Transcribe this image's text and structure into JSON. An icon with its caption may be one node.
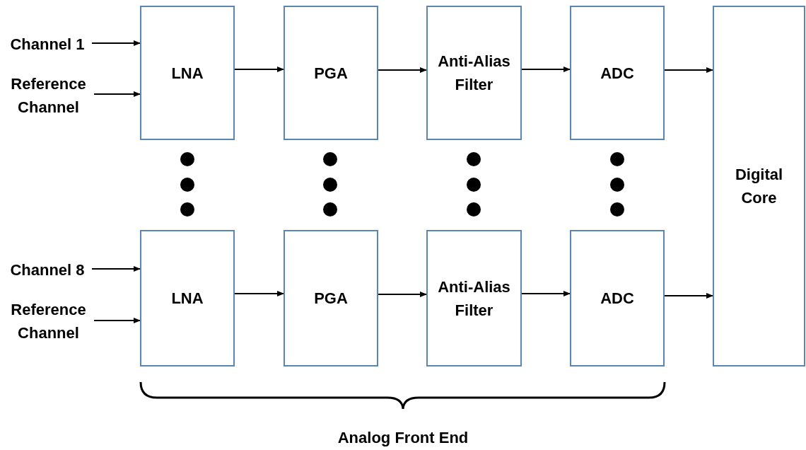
{
  "diagram": {
    "nodes": [
      {
        "text": [
          "Channel 1"
        ]
      },
      {
        "text": [
          "Reference Channel"
        ]
      },
      {
        "text": [
          "LNA"
        ]
      },
      {
        "text": [
          "PGA"
        ]
      },
      {
        "text": [
          "Anti-Alias Filter"
        ]
      },
      {
        "text": [
          "ADC"
        ]
      },
      {
        "text": [
          "Channel 8"
        ]
      },
      {
        "text": [
          "Reference Channel"
        ]
      },
      {
        "text": [
          "LNA"
        ]
      },
      {
        "text": [
          "PGA"
        ]
      },
      {
        "text": [
          "Anti-Alias Filter"
        ]
      },
      {
        "text": [
          "ADC"
        ]
      },
      {
        "text": [
          "Digital Core"
        ]
      }
    ],
    "edges": [
      {
        "from": 0,
        "to": 2,
        "arrow": "to"
      },
      {
        "from": 1,
        "to": 2,
        "arrow": "to"
      },
      {
        "from": 2,
        "to": 3,
        "arrow": "to"
      },
      {
        "from": 3,
        "to": 4,
        "arrow": "to"
      },
      {
        "from": 4,
        "to": 5,
        "arrow": "to"
      },
      {
        "from": 5,
        "to": 12,
        "arrow": "to"
      },
      {
        "from": 6,
        "to": 8,
        "arrow": "to"
      },
      {
        "from": 7,
        "to": 8,
        "arrow": "to"
      },
      {
        "from": 8,
        "to": 9,
        "arrow": "to"
      },
      {
        "from": 9,
        "to": 10,
        "arrow": "to"
      },
      {
        "from": 10,
        "to": 11,
        "arrow": "to"
      },
      {
        "from": 11,
        "to": 12,
        "arrow": "to"
      }
    ],
    "labels": [
      "Analog Front End"
    ]
  }
}
